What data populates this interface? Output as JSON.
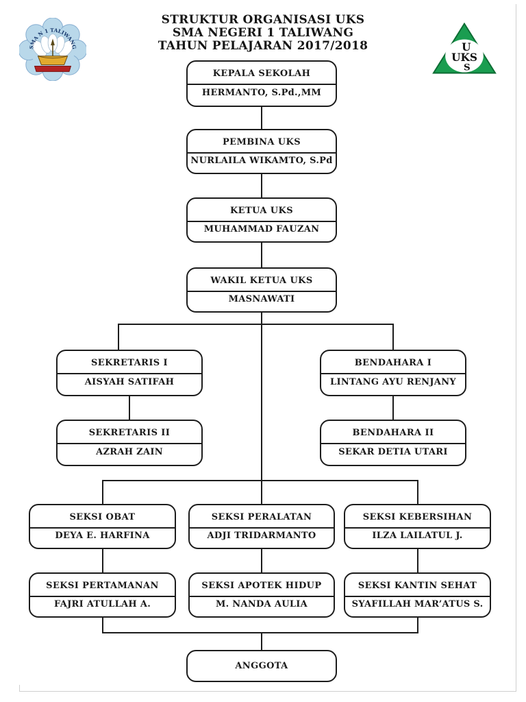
{
  "page": {
    "title_lines": [
      "STRUKTUR ORGANISASI UKS",
      "SMA NEGERI 1 TALIWANG",
      "TAHUN PELAJARAN 2017/2018"
    ]
  },
  "logos": {
    "school": {
      "arc_text": "SMA N 1 TALIWANG"
    },
    "uks": {
      "line1": "U",
      "line2": "UKS",
      "line3": "S"
    }
  },
  "org_nodes": [
    {
      "id": "kepala-sekolah",
      "role": "KEPALA SEKOLAH",
      "name": "HERMANTO, S.Pd.,MM"
    },
    {
      "id": "pembina-uks",
      "role": "PEMBINA UKS",
      "name": "NURLAILA WIKAMTO, S.Pd"
    },
    {
      "id": "ketua-uks",
      "role": "KETUA UKS",
      "name": "MUHAMMAD FAUZAN"
    },
    {
      "id": "wakil-ketua-uks",
      "role": "WAKIL KETUA UKS",
      "name": "MASNAWATI"
    },
    {
      "id": "sekretaris-1",
      "role": "SEKRETARIS I",
      "name": "AISYAH SATIFAH"
    },
    {
      "id": "sekretaris-2",
      "role": "SEKRETARIS II",
      "name": "AZRAH ZAIN"
    },
    {
      "id": "bendahara-1",
      "role": "BENDAHARA I",
      "name": "LINTANG AYU RENJANY"
    },
    {
      "id": "bendahara-2",
      "role": "BENDAHARA II",
      "name": "SEKAR DETIA UTARI"
    },
    {
      "id": "seksi-obat",
      "role": "SEKSI OBAT",
      "name": "DEYA E. HARFINA"
    },
    {
      "id": "seksi-peralatan",
      "role": "SEKSI PERALATAN",
      "name": "ADJI TRIDARMANTO"
    },
    {
      "id": "seksi-kebersihan",
      "role": "SEKSI KEBERSIHAN",
      "name": "ILZA LAILATUL J."
    },
    {
      "id": "seksi-pertamanan",
      "role": "SEKSI PERTAMANAN",
      "name": "FAJRI ATULLAH A."
    },
    {
      "id": "seksi-apotek-hidup",
      "role": "SEKSI APOTEK HIDUP",
      "name": "M. NANDA AULIA"
    },
    {
      "id": "seksi-kantin-sehat",
      "role": "SEKSI KANTIN SEHAT",
      "name": "SYAFILLAH MAR’ATUS S."
    },
    {
      "id": "anggota",
      "role": "ANGGOTA",
      "name": null
    }
  ],
  "colors": {
    "line": "#1c1c1c",
    "uks_green": "#1a9d50",
    "school_blue": "#b9d8ea",
    "school_gold": "#e2aa2e",
    "school_red": "#b22222",
    "scan_edge_gray": "#cfcfcf"
  }
}
